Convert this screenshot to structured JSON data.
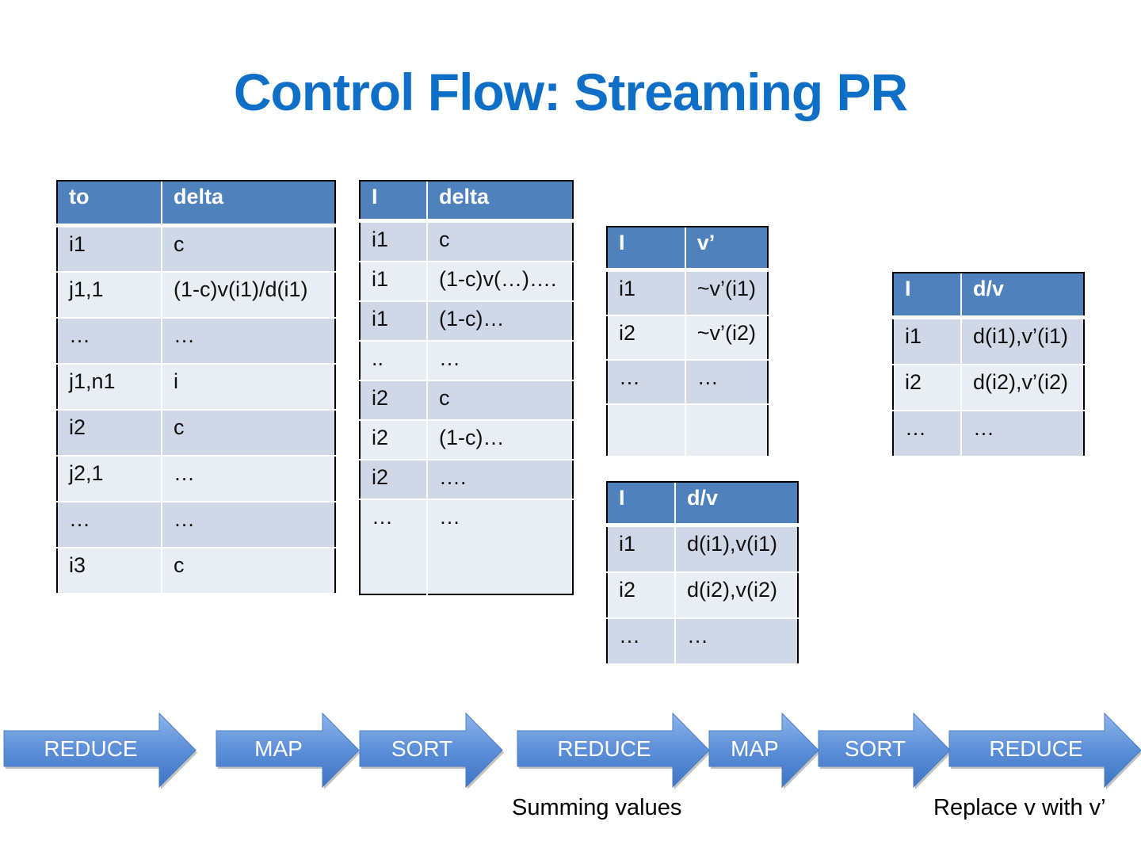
{
  "title": "Control Flow: Streaming PR",
  "tables": [
    {
      "headers": [
        "to",
        "delta"
      ],
      "rows": [
        [
          "i1",
          "c"
        ],
        [
          "j1,1",
          "(1-c)v(i1)/d(i1)"
        ],
        [
          "…",
          "…"
        ],
        [
          "j1,n1",
          "i"
        ],
        [
          "i2",
          "c"
        ],
        [
          "j2,1",
          "…"
        ],
        [
          "…",
          "…"
        ],
        [
          "i3",
          "c"
        ]
      ]
    },
    {
      "headers": [
        "I",
        "delta"
      ],
      "rows": [
        [
          "i1",
          "c"
        ],
        [
          "i1",
          "(1-c)v(…)…."
        ],
        [
          "i1",
          "(1-c)…"
        ],
        [
          "..",
          "…"
        ],
        [
          "i2",
          "c"
        ],
        [
          "i2",
          "(1-c)…"
        ],
        [
          "i2",
          "…."
        ],
        [
          "…",
          "…"
        ]
      ]
    },
    {
      "headers": [
        "I",
        "v’"
      ],
      "rows": [
        [
          "i1",
          "~v’(i1)"
        ],
        [
          "i2",
          "~v’(i2)"
        ],
        [
          "…",
          "…"
        ],
        [
          "",
          ""
        ]
      ]
    },
    {
      "headers": [
        "I",
        "d/v"
      ],
      "rows": [
        [
          "i1",
          "d(i1),v(i1)"
        ],
        [
          "i2",
          "d(i2),v(i2)"
        ],
        [
          "…",
          "…"
        ]
      ]
    },
    {
      "headers": [
        "I",
        "d/v"
      ],
      "rows": [
        [
          "i1",
          "d(i1),v’(i1)"
        ],
        [
          "i2",
          "d(i2),v’(i2)"
        ],
        [
          "…",
          "…"
        ]
      ]
    }
  ],
  "pipeline": [
    {
      "label": "REDUCE"
    },
    {
      "label": "MAP"
    },
    {
      "label": "SORT"
    },
    {
      "label": "REDUCE"
    },
    {
      "label": "MAP"
    },
    {
      "label": "SORT"
    },
    {
      "label": "REDUCE"
    }
  ],
  "captions": {
    "summing": "Summing values",
    "replace": "Replace v with v’"
  },
  "colors": {
    "title": "#0f6fc6",
    "header_fill": "#4f81bd",
    "row_odd": "#d0d8e8",
    "row_even": "#e9edf4",
    "arrow_fill": "#5b8fd8"
  }
}
